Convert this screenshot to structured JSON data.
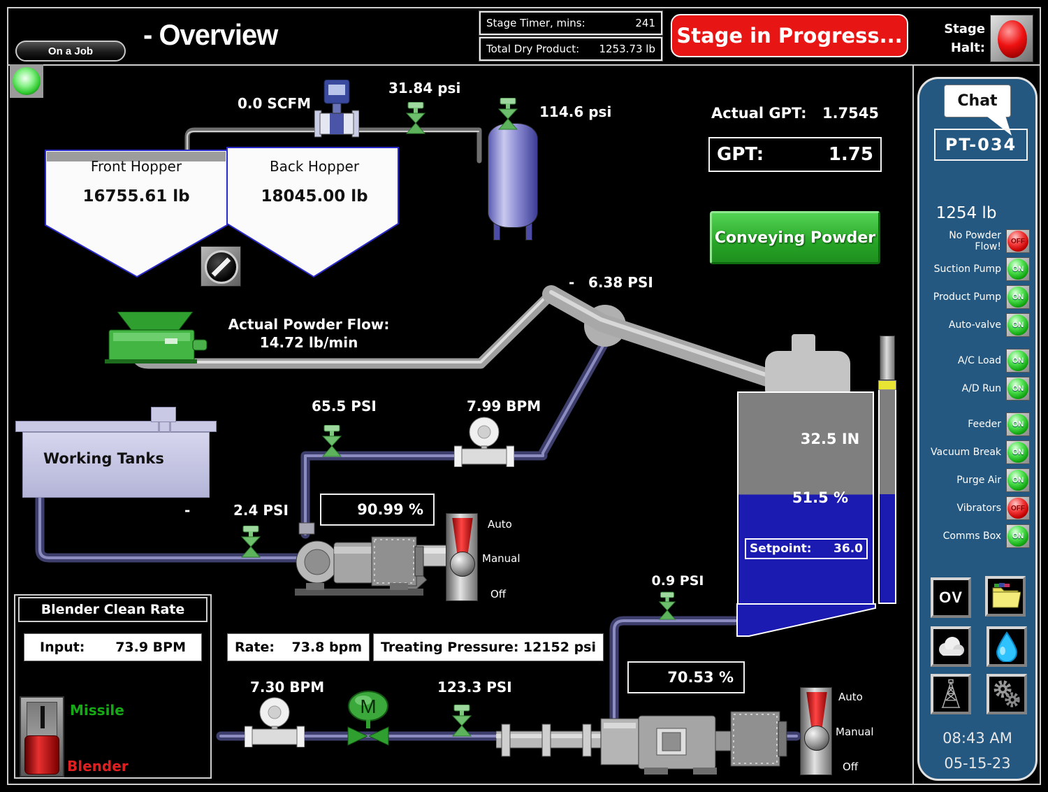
{
  "header": {
    "job_button": "On a Job",
    "title": "- Overview",
    "stage_timer_label": "Stage Timer, mins:",
    "stage_timer_value": "241",
    "total_dry_label": "Total Dry Product:",
    "total_dry_value": "1253.73 lb",
    "stage_banner": "Stage in Progress...",
    "stage_halt_line1": "Stage",
    "stage_halt_line2": "Halt:"
  },
  "air": {
    "flow": "0.0 SCFM",
    "line_pressure": "31.84 psi",
    "tank_pressure": "114.6 psi"
  },
  "hoppers": {
    "front_name": "Front Hopper",
    "front_weight": "16755.61 lb",
    "back_name": "Back Hopper",
    "back_weight": "18045.00 lb"
  },
  "gpt": {
    "actual_label": "Actual GPT:",
    "actual_value": "1.7545",
    "label": "GPT:",
    "value": "1.75"
  },
  "conveying_button": "Conveying Powder",
  "powder": {
    "flow_label": "Actual Powder Flow:",
    "flow_value": "14.72 lb/min",
    "vacuum_sign": "-",
    "vacuum_value": "6.38 PSI"
  },
  "vacuum_tank": {
    "level_inches": "32.5 IN",
    "level_percent": "51.5 %",
    "setpoint_label": "Setpoint:",
    "setpoint_value": "36.0",
    "discharge_pressure": "0.9 PSI",
    "speed_percent": "70.53 %"
  },
  "working_tanks": {
    "label": "Working Tanks",
    "suction_sign": "-",
    "suction_pressure": "2.4 PSI",
    "boost_pressure": "65.5 PSI",
    "flow": "7.99 BPM",
    "pump_speed": "90.99 %"
  },
  "switch": {
    "auto": "Auto",
    "manual": "Manual",
    "off": "Off"
  },
  "blender": {
    "title": "Blender Clean Rate",
    "input_label": "Input:",
    "input_value": "73.9 BPM",
    "missile_label": "Missile",
    "blender_label": "Blender"
  },
  "treating": {
    "rate_label": "Rate:",
    "rate_value": "73.8 bpm",
    "pressure_label": "Treating Pressure:",
    "pressure_value": "12152 psi",
    "flow": "7.30 BPM",
    "line_pressure": "123.3 PSI"
  },
  "sidebar": {
    "chat": "Chat",
    "unit_id": "PT-034",
    "weight": "1254 lb",
    "statuses": [
      {
        "label": "No Powder Flow!",
        "state": "OFF"
      },
      {
        "label": "Suction Pump",
        "state": "ON"
      },
      {
        "label": "Product Pump",
        "state": "ON"
      },
      {
        "label": "Auto-valve",
        "state": "ON"
      },
      {
        "label": "A/C Load",
        "state": "ON"
      },
      {
        "label": "A/D Run",
        "state": "ON"
      },
      {
        "label": "Feeder",
        "state": "ON"
      },
      {
        "label": "Vacuum Break",
        "state": "ON"
      },
      {
        "label": "Purge Air",
        "state": "ON"
      },
      {
        "label": "Vibrators",
        "state": "OFF"
      },
      {
        "label": "Comms Box",
        "state": "ON"
      }
    ],
    "ov_button": "OV",
    "time": "08:43 AM",
    "date": "05-15-23"
  },
  "colors": {
    "accent_green": "#2eb135",
    "alarm_red": "#e81515",
    "sidebar_blue": "#255880",
    "tank_blue": "#1b1bb2"
  }
}
